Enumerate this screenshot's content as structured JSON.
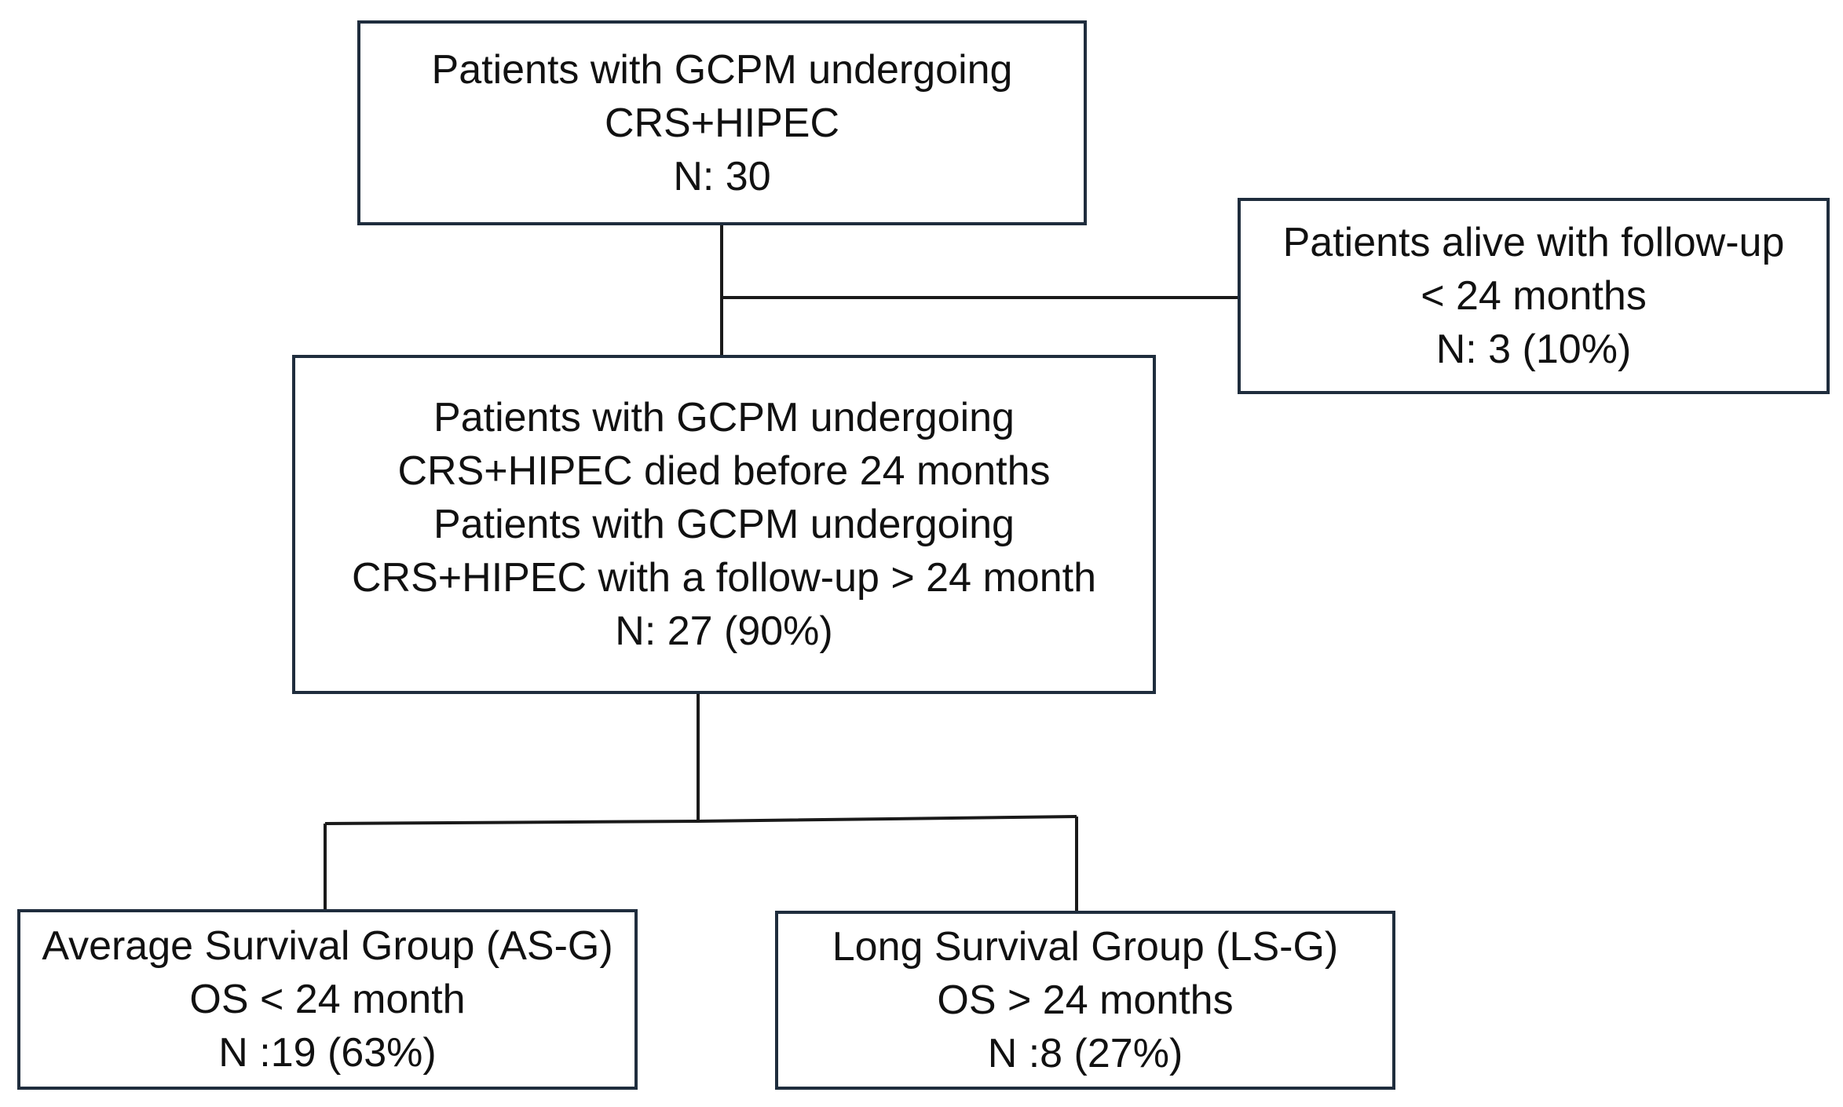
{
  "diagram": {
    "top": {
      "line1": "Patients with GCPM undergoing",
      "line2": "CRS+HIPEC",
      "line3": "N: 30"
    },
    "excluded": {
      "line1": "Patients alive with follow-up",
      "line2": "< 24 months",
      "line3": "N: 3 (10%)"
    },
    "included": {
      "line1": "Patients with GCPM undergoing",
      "line2": "CRS+HIPEC died before 24 months",
      "line3": "Patients with GCPM undergoing",
      "line4": "CRS+HIPEC with a follow-up > 24 month",
      "line5": "N: 27 (90%)"
    },
    "average_group": {
      "line1": "Average Survival Group (AS-G)",
      "line2": "OS < 24 month",
      "line3": "N :19 (63%)"
    },
    "long_group": {
      "line1": "Long Survival Group (LS-G)",
      "line2": "OS > 24 months",
      "line3": "N :8 (27%)"
    }
  },
  "colors": {
    "border": "#1f2d3d",
    "text": "#111111",
    "background": "#ffffff"
  }
}
